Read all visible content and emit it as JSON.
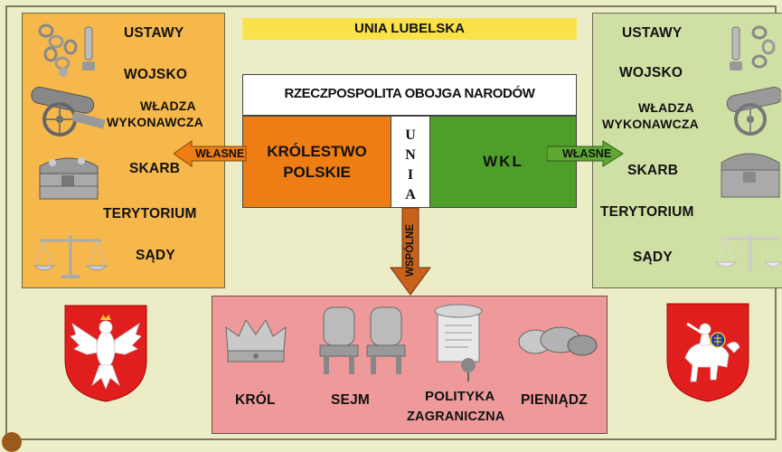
{
  "title": "UNIA LUBELSKA",
  "rzeczpospolita": "RZECZPOSPOLITA OBOJGA NARODÓW",
  "krolestwo": "KRÓLESTWO POLSKIE",
  "krolestwo_lines": [
    "KRÓLESTWO",
    "POLSKIE"
  ],
  "unia_letters": [
    "U",
    "N",
    "I",
    "A"
  ],
  "wkl": "WKL",
  "left_arrow_label": "WŁASNE",
  "right_arrow_label": "WŁASNE",
  "down_arrow_label": "WSPÓLNE",
  "left_panel": {
    "ustawy": "USTAWY",
    "wojsko": "WOJSKO",
    "wladza_line1": "WŁADZA",
    "wladza_line2": "WYKONAWCZA",
    "skarb": "SKARB",
    "terytorium": "TERYTORIUM",
    "sady": "SĄDY"
  },
  "right_panel": {
    "ustawy": "USTAWY",
    "wojsko": "WOJSKO",
    "wladza_line1": "WŁADZA",
    "wladza_line2": "WYKONAWCZA",
    "skarb": "SKARB",
    "terytorium": "TERYTORIUM",
    "sady": "SĄDY"
  },
  "common": {
    "krol": "KRÓL",
    "sejm": "SEJM",
    "polityka_line1": "POLITYKA",
    "polityka_line2": "ZAGRANICZNA",
    "pieniadz": "PIENIĄDZ"
  },
  "colors": {
    "left_panel": "#f7b84b",
    "right_panel": "#cfe0a4",
    "krolestwo": "#ee7e14",
    "wkl": "#4e9e2a",
    "title_bar": "#fae24a",
    "common_panel": "#ef9a9a",
    "crest_red": "#e01e1e"
  },
  "icons": [
    "chain-icon",
    "cannon-icon",
    "treasure-chest-icon",
    "scales-icon",
    "crown-icon",
    "throne-icon",
    "scroll-icon",
    "coins-icon",
    "polish-eagle-crest",
    "lithuanian-vytis-crest"
  ]
}
